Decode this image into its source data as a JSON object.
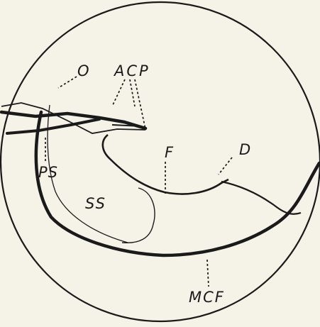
{
  "labels": {
    "o": "O",
    "acp": "ACP",
    "ps": "PS",
    "ss": "SS",
    "f": "F",
    "d": "D",
    "mcf": "MCF"
  },
  "colors": {
    "background": "#f5f2e8",
    "ink": "#1a1a1a"
  }
}
